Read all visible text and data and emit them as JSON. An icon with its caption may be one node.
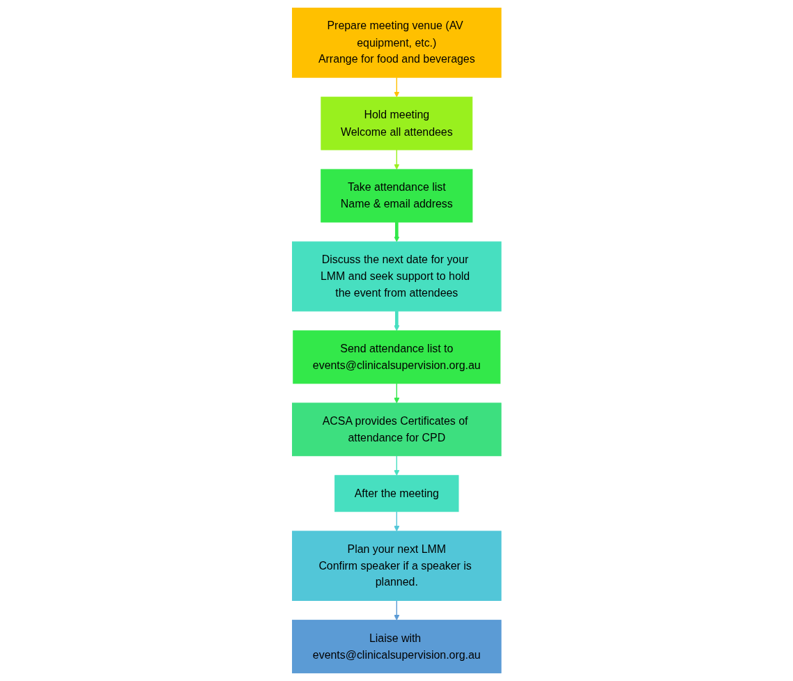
{
  "diagram": {
    "nodes": [
      {
        "text": [
          "Prepare meeting venue (AV equipment, etc.)",
          "Arrange for food and beverages"
        ]
      },
      {
        "text": [
          "Hold meeting",
          "Welcome all attendees"
        ]
      },
      {
        "text": [
          "Take attendance list",
          "Name & email address"
        ]
      },
      {
        "text": [
          "Discuss the next date for your LMM and seek support to hold the event from attendees"
        ]
      },
      {
        "text": [
          "Send attendance list to",
          "events@clinicalsupervision.org.au"
        ]
      },
      {
        "text": [
          "ACSA provides Certificates of attendance for CPD"
        ]
      },
      {
        "text": [
          "After the meeting"
        ]
      },
      {
        "text": [
          "Plan your next LMM",
          "Confirm speaker if a speaker is planned."
        ]
      },
      {
        "text": [
          "Liaise with events@clinicalsupervision.org.au"
        ]
      }
    ],
    "edges": [
      {
        "from": 0,
        "to": 1,
        "arrow": "to",
        "color": "#ffc000"
      },
      {
        "from": 1,
        "to": 2,
        "arrow": "to",
        "color": "#99f01e"
      },
      {
        "from": 2,
        "to": 3,
        "arrow": "to",
        "style": "thick",
        "color": "#33e84a"
      },
      {
        "from": 3,
        "to": 4,
        "arrow": "to",
        "style": "thick",
        "color": "#47dfc0"
      },
      {
        "from": 4,
        "to": 5,
        "arrow": "to",
        "color": "#33e84a"
      },
      {
        "from": 5,
        "to": 6,
        "arrow": "to",
        "color": "#47dfc0"
      },
      {
        "from": 6,
        "to": 7,
        "arrow": "to",
        "color": "#52c6d8"
      },
      {
        "from": 7,
        "to": 8,
        "arrow": "to",
        "color": "#5b9bd5"
      }
    ]
  }
}
